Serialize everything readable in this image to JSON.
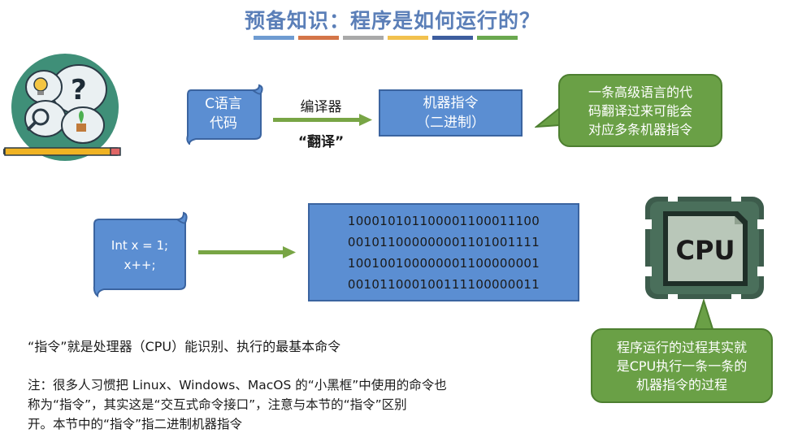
{
  "watermark": "",
  "title": "预备知识：程序是如何运行的？",
  "title_bar_colors": [
    "#6e9bd1",
    "#d47548",
    "#a9a9a9",
    "#f2c14e",
    "#3d5d9e",
    "#6aa84f"
  ],
  "top_flow": {
    "source_line1": "C语言",
    "source_line2": "代码",
    "arrow_top": "编译器",
    "arrow_bottom": "“翻译”",
    "target_line1": "机器指令",
    "target_line2": "（二进制）"
  },
  "top_bubble": {
    "line1": "一条高级语言的代",
    "line2": "码翻译过来可能会",
    "line3": "对应多条机器指令"
  },
  "middle_flow": {
    "code_line1": "Int x = 1;",
    "code_line2": "x++;",
    "binary": [
      "100010101100001100011100",
      "001011000000001101001111",
      "100100100000001100000001",
      "001011000100111100000011"
    ]
  },
  "cpu_label": "CPU",
  "cpu_bubble": {
    "line1": "程序运行的过程其实就",
    "line2": "是CPU执行一条一条的",
    "line3": "机器指令的过程"
  },
  "definition_text": "“指令”就是处理器（CPU）能识别、执行的最基本命令",
  "note": {
    "line1": "注：很多人习惯把 Linux、Windows、MacOS 的“小黑框”中使用的命令也",
    "line2": "称为“指令”，其实这是“交互式命令接口”，注意与本节的“指令”区别",
    "line3": "开。本节中的“指令”指二进制机器指令"
  },
  "colors": {
    "title": "#5b7fb8",
    "box_blue": "#5b8ed2",
    "bubble_green": "#6aa046",
    "arrow_green": "#78a545",
    "cpu_green": "#3d5c4c",
    "cpu_chip": "#b9c7b9"
  }
}
